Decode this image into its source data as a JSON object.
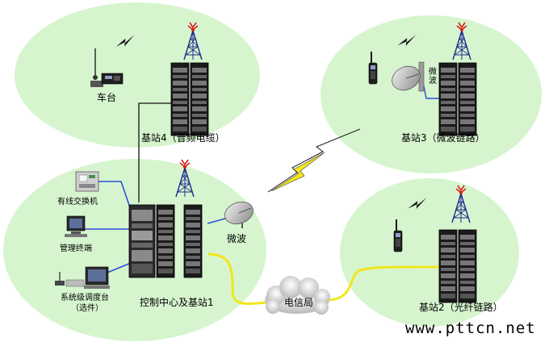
{
  "labels": {
    "vehicle": "车台",
    "bs4": "基站4（音频电缆）",
    "bs3": "基站3（微波链路）",
    "bs3_microwave": "微波",
    "wired_switch": "有线交换机",
    "mgmt_terminal": "管理终端",
    "dispatch_line1": "系统级调度台",
    "dispatch_line2": "（选件）",
    "bs1": "控制中心及基站1",
    "microwave": "微波",
    "telecom": "电信局",
    "bs2": "基站2（光纤链路）"
  },
  "watermark": "www.pttcn.net",
  "colors": {
    "cell_fill": "#d6f5cf",
    "rack_dark": "#1a1a1a",
    "link_blue": "#2b4fd6",
    "link_yellow": "#f2e61a",
    "link_black": "#111111",
    "antenna_red": "#d8201a"
  }
}
